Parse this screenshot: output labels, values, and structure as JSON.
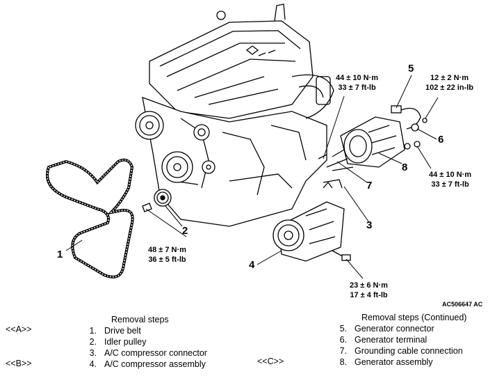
{
  "figure": {
    "code": "AC506647 AC",
    "callouts": [
      "1",
      "2",
      "3",
      "4",
      "5",
      "6",
      "7",
      "8"
    ],
    "torques": {
      "t_top_left": {
        "line1": "44 ± 10 N·m",
        "line2": "33 ± 7 ft-lb"
      },
      "t_top_right": {
        "line1": "12 ± 2 N·m",
        "line2": "102 ± 22 in-lb"
      },
      "t_right": {
        "line1": "44 ± 10 N·m",
        "line2": "33 ± 7 ft-lb"
      },
      "t_idler": {
        "line1": "48 ± 7 N·m",
        "line2": "36 ± 5 ft-lb"
      },
      "t_compressor": {
        "line1": "23 ± 6 N·m",
        "line2": "17 ± 4 ft-lb"
      }
    }
  },
  "steps_left": {
    "title": "Removal steps",
    "items": [
      {
        "ref": "<<A>>",
        "num": "1.",
        "text": "Drive belt"
      },
      {
        "ref": "",
        "num": "2.",
        "text": "Idler pulley"
      },
      {
        "ref": "",
        "num": "3.",
        "text": "A/C compressor connector"
      },
      {
        "ref": "<<B>>",
        "num": "4.",
        "text": "A/C compressor assembly"
      }
    ]
  },
  "steps_right": {
    "title": "Removal steps (Continued)",
    "items": [
      {
        "ref": "",
        "num": "5.",
        "text": "Generator connector"
      },
      {
        "ref": "",
        "num": "6.",
        "text": "Generator terminal"
      },
      {
        "ref": "",
        "num": "7.",
        "text": "Grounding cable connection"
      },
      {
        "ref": "<<C>>",
        "num": "8.",
        "text": "Generator assembly"
      }
    ]
  }
}
